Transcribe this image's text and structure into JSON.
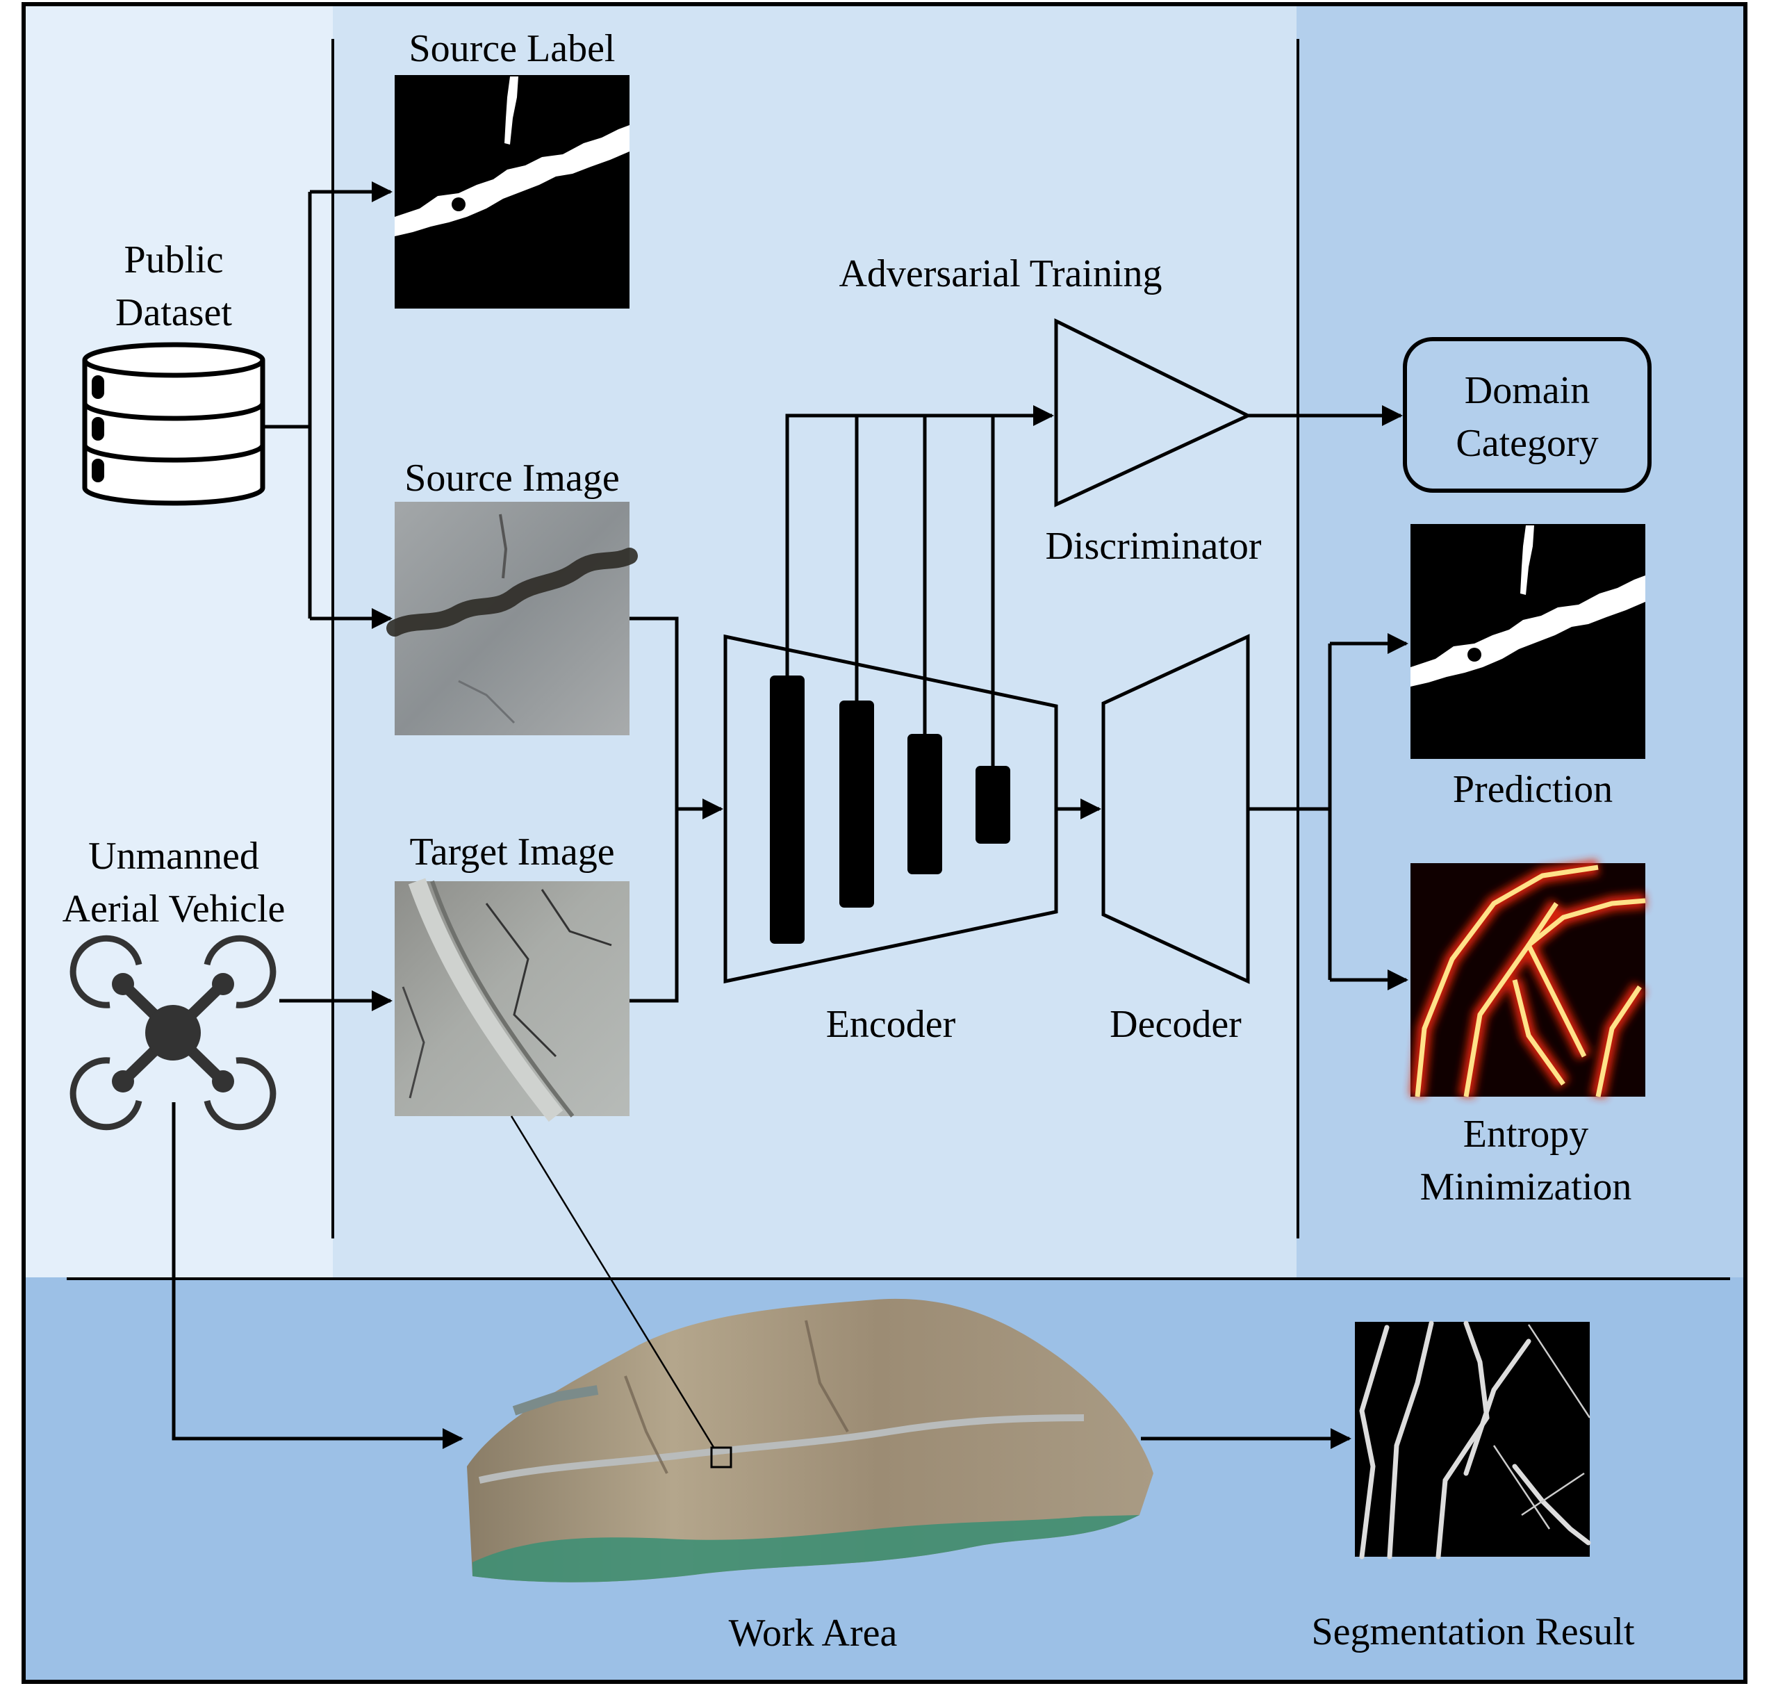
{
  "labels": {
    "public_dataset": "Public\nDataset",
    "uav": "Unmanned\nAerial Vehicle",
    "source_label": "Source Label",
    "source_image": "Source Image",
    "target_image": "Target Image",
    "adversarial_training": "Adversarial Training",
    "discriminator": "Discriminator",
    "encoder": "Encoder",
    "decoder": "Decoder",
    "domain_category": "Domain\nCategory",
    "prediction": "Prediction",
    "entropy_minimization": "Entropy\nMinimization",
    "work_area": "Work Area",
    "segmentation_result": "Segmentation Result"
  },
  "colors": {
    "panel_left": "#e4effa",
    "panel_middle": "#d1e3f4",
    "panel_right": "#b3cfec",
    "panel_bottom": "#9cc0e6",
    "line": "#000000",
    "icon": "#333333"
  }
}
